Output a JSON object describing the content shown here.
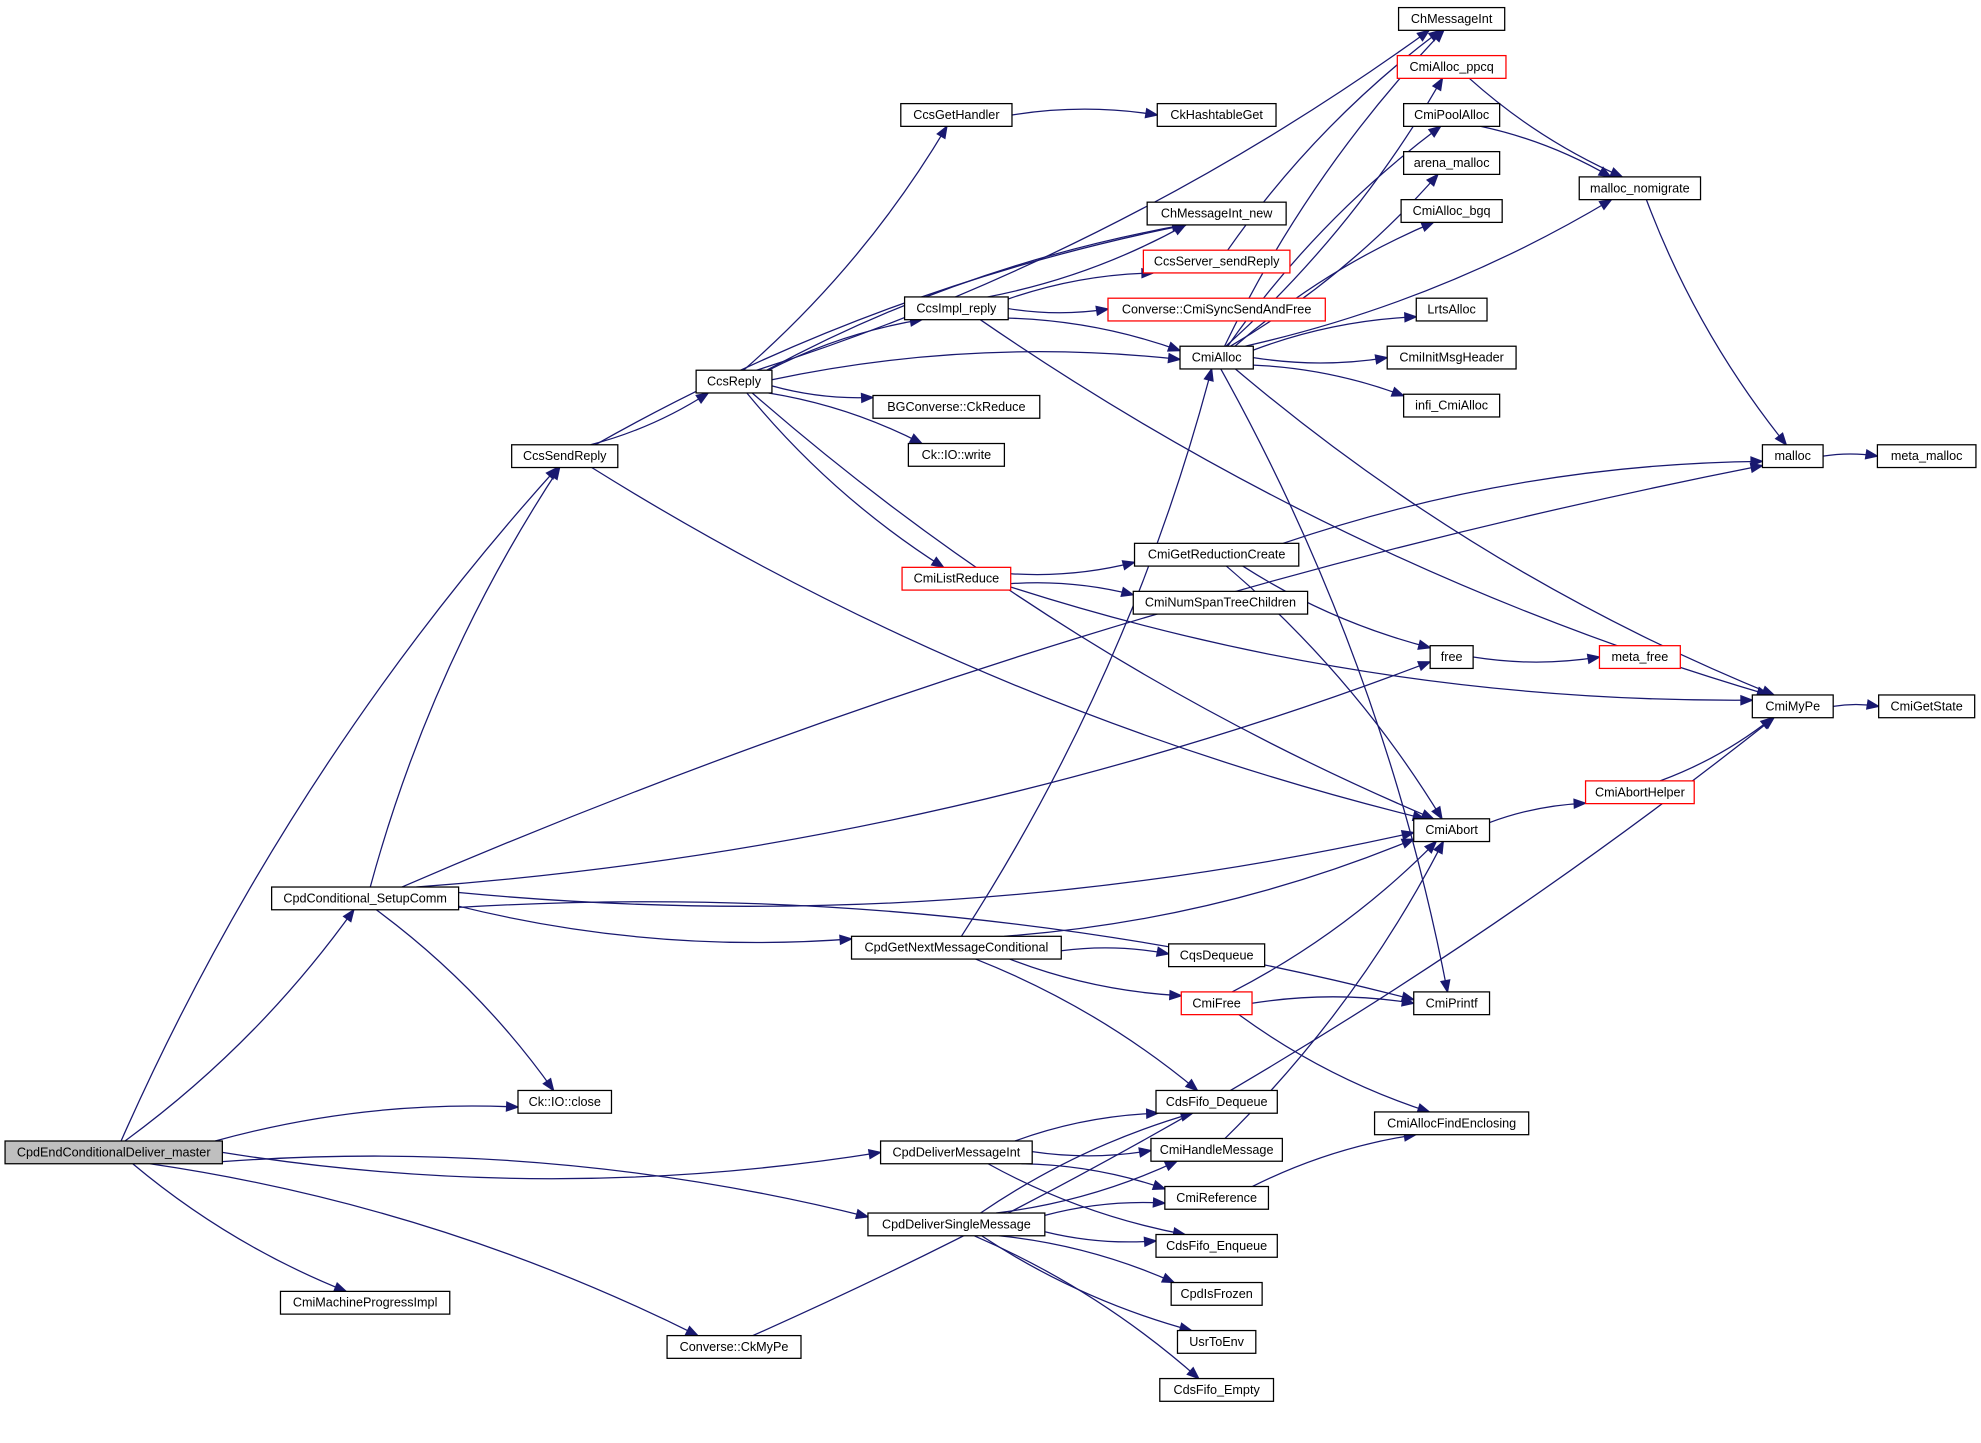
{
  "graph": {
    "type": "call-graph",
    "root": "CpdEndConditionalDeliver_master",
    "colors": {
      "edge": "#191970",
      "node_border": "#000000",
      "truncated_border": "#ff0000",
      "root_fill": "#bfbfbf"
    },
    "nodes": [
      {
        "id": "root",
        "label": "CpdEndConditionalDeliver_master",
        "style": "root"
      },
      {
        "id": "CcsSendReply",
        "label": "CcsSendReply",
        "style": "normal"
      },
      {
        "id": "CpdConditional_SetupComm",
        "label": "CpdConditional_SetupComm",
        "style": "normal"
      },
      {
        "id": "CkIOclose",
        "label": "Ck::IO::close",
        "style": "normal"
      },
      {
        "id": "CmiMachineProgressImpl",
        "label": "CmiMachineProgressImpl",
        "style": "normal"
      },
      {
        "id": "ConverseCkMyPe",
        "label": "Converse::CkMyPe",
        "style": "normal"
      },
      {
        "id": "CcsReply",
        "label": "CcsReply",
        "style": "normal"
      },
      {
        "id": "CcsGetHandler",
        "label": "CcsGetHandler",
        "style": "normal"
      },
      {
        "id": "CcsImpl_reply",
        "label": "CcsImpl_reply",
        "style": "normal"
      },
      {
        "id": "BGConverseCkReduce",
        "label": "BGConverse::CkReduce",
        "style": "normal"
      },
      {
        "id": "CkIOwrite",
        "label": "Ck::IO::write",
        "style": "normal"
      },
      {
        "id": "CmiListReduce",
        "label": "CmiListReduce",
        "style": "red"
      },
      {
        "id": "CpdGetNextMessageConditional",
        "label": "CpdGetNextMessageConditional",
        "style": "normal"
      },
      {
        "id": "CpdDeliverMessageInt",
        "label": "CpdDeliverMessageInt",
        "style": "normal"
      },
      {
        "id": "CpdDeliverSingleMessage",
        "label": "CpdDeliverSingleMessage",
        "style": "normal"
      },
      {
        "id": "CkHashtableGet",
        "label": "CkHashtableGet",
        "style": "normal"
      },
      {
        "id": "ChMessageInt_new",
        "label": "ChMessageInt_new",
        "style": "normal"
      },
      {
        "id": "CcsServer_sendReply",
        "label": "CcsServer_sendReply",
        "style": "red"
      },
      {
        "id": "ConverseCmiSyncSendAndFree",
        "label": "Converse::CmiSyncSendAndFree",
        "style": "red"
      },
      {
        "id": "CmiAlloc",
        "label": "CmiAlloc",
        "style": "normal"
      },
      {
        "id": "CmiGetReductionCreate",
        "label": "CmiGetReductionCreate",
        "style": "normal"
      },
      {
        "id": "CmiNumSpanTreeChildren",
        "label": "CmiNumSpanTreeChildren",
        "style": "normal"
      },
      {
        "id": "CqsDequeue",
        "label": "CqsDequeue",
        "style": "normal"
      },
      {
        "id": "CmiFree",
        "label": "CmiFree",
        "style": "red"
      },
      {
        "id": "CdsFifo_Dequeue",
        "label": "CdsFifo_Dequeue",
        "style": "normal"
      },
      {
        "id": "CmiHandleMessage",
        "label": "CmiHandleMessage",
        "style": "normal"
      },
      {
        "id": "CmiReference",
        "label": "CmiReference",
        "style": "normal"
      },
      {
        "id": "CdsFifo_Enqueue",
        "label": "CdsFifo_Enqueue",
        "style": "normal"
      },
      {
        "id": "CpdIsFrozen",
        "label": "CpdIsFrozen",
        "style": "normal"
      },
      {
        "id": "UsrToEnv",
        "label": "UsrToEnv",
        "style": "normal"
      },
      {
        "id": "CdsFifo_Empty",
        "label": "CdsFifo_Empty",
        "style": "normal"
      },
      {
        "id": "ChMessageInt",
        "label": "ChMessageInt",
        "style": "normal"
      },
      {
        "id": "CmiAlloc_ppcq",
        "label": "CmiAlloc_ppcq",
        "style": "red"
      },
      {
        "id": "CmiPoolAlloc",
        "label": "CmiPoolAlloc",
        "style": "normal"
      },
      {
        "id": "arena_malloc",
        "label": "arena_malloc",
        "style": "normal"
      },
      {
        "id": "CmiAlloc_bgq",
        "label": "CmiAlloc_bgq",
        "style": "normal"
      },
      {
        "id": "LrtsAlloc",
        "label": "LrtsAlloc",
        "style": "normal"
      },
      {
        "id": "CmiInitMsgHeader",
        "label": "CmiInitMsgHeader",
        "style": "normal"
      },
      {
        "id": "infi_CmiAlloc",
        "label": "infi_CmiAlloc",
        "style": "normal"
      },
      {
        "id": "free",
        "label": "free",
        "style": "normal"
      },
      {
        "id": "CmiAbort",
        "label": "CmiAbort",
        "style": "normal"
      },
      {
        "id": "CmiPrintf",
        "label": "CmiPrintf",
        "style": "normal"
      },
      {
        "id": "CmiAllocFindEnclosing",
        "label": "CmiAllocFindEnclosing",
        "style": "normal"
      },
      {
        "id": "malloc_nomigrate",
        "label": "malloc_nomigrate",
        "style": "normal"
      },
      {
        "id": "malloc",
        "label": "malloc",
        "style": "normal"
      },
      {
        "id": "meta_free",
        "label": "meta_free",
        "style": "red"
      },
      {
        "id": "CmiMyPe",
        "label": "CmiMyPe",
        "style": "normal"
      },
      {
        "id": "CmiAbortHelper",
        "label": "CmiAbortHelper",
        "style": "red"
      },
      {
        "id": "meta_malloc",
        "label": "meta_malloc",
        "style": "normal"
      },
      {
        "id": "CmiGetState",
        "label": "CmiGetState",
        "style": "normal"
      }
    ],
    "edges": [
      [
        "root",
        "CcsSendReply"
      ],
      [
        "root",
        "CpdConditional_SetupComm"
      ],
      [
        "root",
        "CkIOclose"
      ],
      [
        "root",
        "CmiMachineProgressImpl"
      ],
      [
        "root",
        "ConverseCkMyPe"
      ],
      [
        "root",
        "CpdDeliverMessageInt"
      ],
      [
        "root",
        "CpdDeliverSingleMessage"
      ],
      [
        "CcsSendReply",
        "CcsReply"
      ],
      [
        "CcsSendReply",
        "ChMessageInt_new"
      ],
      [
        "CcsSendReply",
        "CmiAbort"
      ],
      [
        "CpdConditional_SetupComm",
        "CcsSendReply"
      ],
      [
        "CpdConditional_SetupComm",
        "CpdGetNextMessageConditional"
      ],
      [
        "CpdConditional_SetupComm",
        "CkIOclose"
      ],
      [
        "CpdConditional_SetupComm",
        "free"
      ],
      [
        "CpdConditional_SetupComm",
        "malloc"
      ],
      [
        "CpdConditional_SetupComm",
        "CmiAbort"
      ],
      [
        "CpdConditional_SetupComm",
        "CmiPrintf"
      ],
      [
        "CcsReply",
        "CcsGetHandler"
      ],
      [
        "CcsReply",
        "CcsImpl_reply"
      ],
      [
        "CcsReply",
        "BGConverseCkReduce"
      ],
      [
        "CcsReply",
        "CkIOwrite"
      ],
      [
        "CcsReply",
        "CmiListReduce"
      ],
      [
        "CcsReply",
        "ChMessageInt_new"
      ],
      [
        "CcsReply",
        "ChMessageInt"
      ],
      [
        "CcsReply",
        "CmiAlloc"
      ],
      [
        "CcsReply",
        "CmiAbort"
      ],
      [
        "CcsGetHandler",
        "CkHashtableGet"
      ],
      [
        "CcsImpl_reply",
        "ChMessageInt_new"
      ],
      [
        "CcsImpl_reply",
        "CcsServer_sendReply"
      ],
      [
        "CcsImpl_reply",
        "ConverseCmiSyncSendAndFree"
      ],
      [
        "CcsImpl_reply",
        "CmiAlloc"
      ],
      [
        "CcsImpl_reply",
        "CmiMyPe"
      ],
      [
        "CcsServer_sendReply",
        "ChMessageInt"
      ],
      [
        "CmiListReduce",
        "CmiGetReductionCreate"
      ],
      [
        "CmiListReduce",
        "CmiNumSpanTreeChildren"
      ],
      [
        "CmiListReduce",
        "CmiMyPe"
      ],
      [
        "CmiGetReductionCreate",
        "malloc"
      ],
      [
        "CmiGetReductionCreate",
        "free"
      ],
      [
        "CmiGetReductionCreate",
        "CmiAbort"
      ],
      [
        "CpdGetNextMessageConditional",
        "CmiAlloc"
      ],
      [
        "CpdGetNextMessageConditional",
        "CqsDequeue"
      ],
      [
        "CpdGetNextMessageConditional",
        "CmiFree"
      ],
      [
        "CpdGetNextMessageConditional",
        "CdsFifo_Dequeue"
      ],
      [
        "CpdGetNextMessageConditional",
        "CmiAbort"
      ],
      [
        "CmiAlloc",
        "ChMessageInt"
      ],
      [
        "CmiAlloc",
        "CmiAlloc_ppcq"
      ],
      [
        "CmiAlloc",
        "CmiPoolAlloc"
      ],
      [
        "CmiAlloc",
        "arena_malloc"
      ],
      [
        "CmiAlloc",
        "CmiAlloc_bgq"
      ],
      [
        "CmiAlloc",
        "malloc_nomigrate"
      ],
      [
        "CmiAlloc",
        "LrtsAlloc"
      ],
      [
        "CmiAlloc",
        "CmiInitMsgHeader"
      ],
      [
        "CmiAlloc",
        "infi_CmiAlloc"
      ],
      [
        "CmiAlloc",
        "CmiMyPe"
      ],
      [
        "CmiAlloc",
        "CmiPrintf"
      ],
      [
        "CmiFree",
        "CmiAbort"
      ],
      [
        "CmiFree",
        "CmiPrintf"
      ],
      [
        "CmiFree",
        "CmiAllocFindEnclosing"
      ],
      [
        "CpdDeliverMessageInt",
        "CdsFifo_Dequeue"
      ],
      [
        "CpdDeliverMessageInt",
        "CmiHandleMessage"
      ],
      [
        "CpdDeliverMessageInt",
        "CmiReference"
      ],
      [
        "CpdDeliverMessageInt",
        "CdsFifo_Enqueue"
      ],
      [
        "CpdDeliverSingleMessage",
        "CdsFifo_Dequeue"
      ],
      [
        "CpdDeliverSingleMessage",
        "CmiHandleMessage"
      ],
      [
        "CpdDeliverSingleMessage",
        "CmiReference"
      ],
      [
        "CpdDeliverSingleMessage",
        "CdsFifo_Enqueue"
      ],
      [
        "CpdDeliverSingleMessage",
        "CpdIsFrozen"
      ],
      [
        "CpdDeliverSingleMessage",
        "UsrToEnv"
      ],
      [
        "CpdDeliverSingleMessage",
        "CdsFifo_Empty"
      ],
      [
        "CmiHandleMessage",
        "CmiAbort"
      ],
      [
        "CmiReference",
        "CmiAllocFindEnclosing"
      ],
      [
        "CmiAlloc_ppcq",
        "malloc_nomigrate"
      ],
      [
        "CmiPoolAlloc",
        "malloc_nomigrate"
      ],
      [
        "malloc_nomigrate",
        "malloc"
      ],
      [
        "malloc",
        "meta_malloc"
      ],
      [
        "free",
        "meta_free"
      ],
      [
        "CmiAbort",
        "CmiAbortHelper"
      ],
      [
        "CmiAbortHelper",
        "CmiMyPe"
      ],
      [
        "CmiMyPe",
        "CmiGetState"
      ],
      [
        "ConverseCkMyPe",
        "CmiMyPe"
      ]
    ]
  }
}
